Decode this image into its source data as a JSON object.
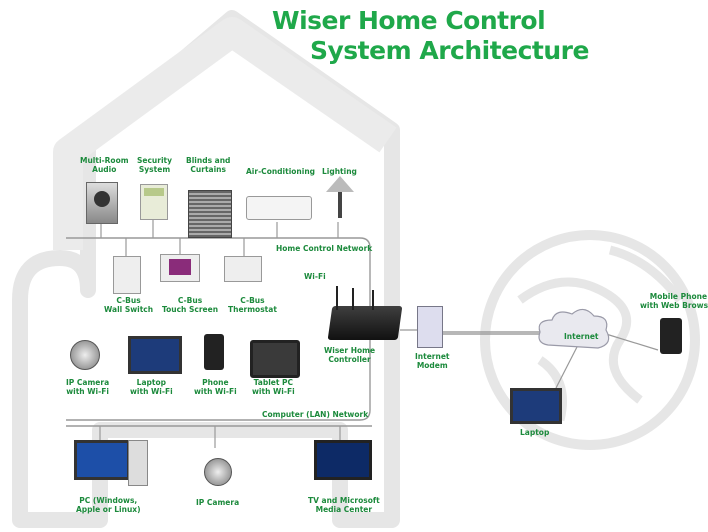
{
  "title": {
    "line1": "Wiser Home Control",
    "line2": "System Architecture"
  },
  "devices": {
    "multiroom_audio": {
      "l1": "Multi-Room",
      "l2": "Audio"
    },
    "security_system": {
      "l1": "Security",
      "l2": "System"
    },
    "blinds_curtains": {
      "l1": "Blinds and",
      "l2": "Curtains"
    },
    "air_conditioning": {
      "l1": "Air-Conditioning"
    },
    "lighting": {
      "l1": "Lighting"
    },
    "cbus_wall_switch": {
      "l1": "C-Bus",
      "l2": "Wall Switch"
    },
    "cbus_touch_screen": {
      "l1": "C-Bus",
      "l2": "Touch Screen"
    },
    "cbus_thermostat": {
      "l1": "C-Bus",
      "l2": "Thermostat"
    },
    "wifi": {
      "l1": "Wi-Fi"
    },
    "ip_camera_wifi": {
      "l1": "IP Camera",
      "l2": "with Wi-Fi"
    },
    "laptop_wifi": {
      "l1": "Laptop",
      "l2": "with Wi-Fi"
    },
    "phone_wifi": {
      "l1": "Phone",
      "l2": "with Wi-Fi"
    },
    "tablet_pc": {
      "l1": "Tablet PC",
      "l2": "with Wi-Fi"
    },
    "wiser_controller": {
      "l1": "Wiser Home",
      "l2": "Controller"
    },
    "internet_modem": {
      "l1": "Internet",
      "l2": "Modem"
    },
    "pc": {
      "l1": "PC (Windows,",
      "l2": "Apple or Linux)"
    },
    "ip_camera": {
      "l1": "IP Camera"
    },
    "tv_media": {
      "l1": "TV and Microsoft",
      "l2": "Media Center"
    },
    "internet": {
      "l1": "Internet"
    },
    "laptop_ext": {
      "l1": "Laptop"
    },
    "mobile_phone": {
      "l1": "Mobile Phone",
      "l2": "with Web Browser"
    }
  },
  "networks": {
    "home_control": "Home Control Network",
    "lan": "Computer (LAN) Network"
  },
  "colors": {
    "accent": "#1fa84a",
    "label": "#1c8a3c",
    "house": "#e6e6e6",
    "line": "#aaaaaa"
  }
}
